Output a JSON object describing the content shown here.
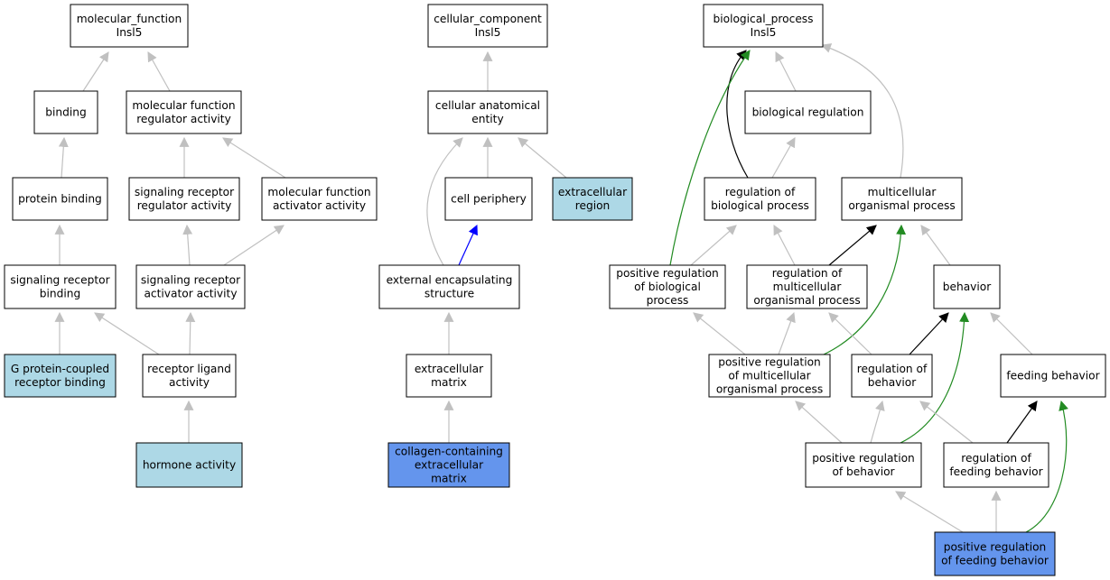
{
  "colors": {
    "node_default": "#ffffff",
    "node_light": "#add8e6",
    "node_focus": "#6495ed",
    "edge_is_a": "#c0c0c0",
    "edge_regulates": "#000000",
    "edge_positively_regulates": "#228b22",
    "edge_part_of": "#0000ff"
  },
  "nodes": [
    {
      "id": "mf",
      "lines": [
        "molecular_function",
        "Insl5"
      ],
      "fill": "default"
    },
    {
      "id": "binding",
      "lines": [
        "binding"
      ],
      "fill": "default"
    },
    {
      "id": "mfra",
      "lines": [
        "molecular function",
        "regulator activity"
      ],
      "fill": "default"
    },
    {
      "id": "protbind",
      "lines": [
        "protein binding"
      ],
      "fill": "default"
    },
    {
      "id": "srra",
      "lines": [
        "signaling receptor",
        "regulator activity"
      ],
      "fill": "default"
    },
    {
      "id": "mfaa",
      "lines": [
        "molecular function",
        "activator activity"
      ],
      "fill": "default"
    },
    {
      "id": "srb",
      "lines": [
        "signaling receptor",
        "binding"
      ],
      "fill": "default"
    },
    {
      "id": "sraa",
      "lines": [
        "signaling receptor",
        "activator activity"
      ],
      "fill": "default"
    },
    {
      "id": "gpcrb",
      "lines": [
        "G protein-coupled",
        "receptor binding"
      ],
      "fill": "light"
    },
    {
      "id": "rla",
      "lines": [
        "receptor ligand",
        "activity"
      ],
      "fill": "default"
    },
    {
      "id": "hormone",
      "lines": [
        "hormone activity"
      ],
      "fill": "light"
    },
    {
      "id": "cc",
      "lines": [
        "cellular_component",
        "Insl5"
      ],
      "fill": "default"
    },
    {
      "id": "cae",
      "lines": [
        "cellular anatomical",
        "entity"
      ],
      "fill": "default"
    },
    {
      "id": "cellper",
      "lines": [
        "cell periphery"
      ],
      "fill": "default"
    },
    {
      "id": "exreg",
      "lines": [
        "extracellular",
        "region"
      ],
      "fill": "light"
    },
    {
      "id": "ecs",
      "lines": [
        "external encapsulating",
        "structure"
      ],
      "fill": "default"
    },
    {
      "id": "ecm",
      "lines": [
        "extracellular",
        "matrix"
      ],
      "fill": "default"
    },
    {
      "id": "colecm",
      "lines": [
        "collagen-containing",
        "extracellular",
        "matrix"
      ],
      "fill": "focus"
    },
    {
      "id": "bp",
      "lines": [
        "biological_process",
        "Insl5"
      ],
      "fill": "default"
    },
    {
      "id": "bioreg",
      "lines": [
        "biological regulation"
      ],
      "fill": "default"
    },
    {
      "id": "regbp",
      "lines": [
        "regulation of",
        "biological process"
      ],
      "fill": "default"
    },
    {
      "id": "mop",
      "lines": [
        "multicellular",
        "organismal process"
      ],
      "fill": "default"
    },
    {
      "id": "posregbp",
      "lines": [
        "positive regulation",
        "of biological",
        "process"
      ],
      "fill": "default"
    },
    {
      "id": "regmop",
      "lines": [
        "regulation of",
        "multicellular",
        "organismal process"
      ],
      "fill": "default"
    },
    {
      "id": "behavior",
      "lines": [
        "behavior"
      ],
      "fill": "default"
    },
    {
      "id": "posregmop",
      "lines": [
        "positive regulation",
        "of multicellular",
        "organismal process"
      ],
      "fill": "default"
    },
    {
      "id": "regbeh",
      "lines": [
        "regulation of",
        "behavior"
      ],
      "fill": "default"
    },
    {
      "id": "feedbeh",
      "lines": [
        "feeding behavior"
      ],
      "fill": "default"
    },
    {
      "id": "posregbeh",
      "lines": [
        "positive regulation",
        "of behavior"
      ],
      "fill": "default"
    },
    {
      "id": "regfeed",
      "lines": [
        "regulation of",
        "feeding behavior"
      ],
      "fill": "default"
    },
    {
      "id": "posregfeed",
      "lines": [
        "positive regulation",
        "of feeding behavior"
      ],
      "fill": "focus"
    }
  ],
  "edges": [
    {
      "from": "binding",
      "to": "mf",
      "type": "is_a"
    },
    {
      "from": "mfra",
      "to": "mf",
      "type": "is_a"
    },
    {
      "from": "protbind",
      "to": "binding",
      "type": "is_a"
    },
    {
      "from": "srra",
      "to": "mfra",
      "type": "is_a"
    },
    {
      "from": "mfaa",
      "to": "mfra",
      "type": "is_a"
    },
    {
      "from": "srb",
      "to": "protbind",
      "type": "is_a"
    },
    {
      "from": "sraa",
      "to": "srra",
      "type": "is_a"
    },
    {
      "from": "sraa",
      "to": "mfaa",
      "type": "is_a"
    },
    {
      "from": "gpcrb",
      "to": "srb",
      "type": "is_a"
    },
    {
      "from": "rla",
      "to": "srb",
      "type": "is_a"
    },
    {
      "from": "rla",
      "to": "sraa",
      "type": "is_a"
    },
    {
      "from": "hormone",
      "to": "rla",
      "type": "is_a"
    },
    {
      "from": "cae",
      "to": "cc",
      "type": "is_a"
    },
    {
      "from": "cellper",
      "to": "cae",
      "type": "is_a"
    },
    {
      "from": "exreg",
      "to": "cae",
      "type": "is_a"
    },
    {
      "from": "ecs",
      "to": "cae",
      "type": "is_a"
    },
    {
      "from": "ecs",
      "to": "cellper",
      "type": "part_of"
    },
    {
      "from": "ecm",
      "to": "ecs",
      "type": "is_a"
    },
    {
      "from": "colecm",
      "to": "ecm",
      "type": "is_a"
    },
    {
      "from": "bioreg",
      "to": "bp",
      "type": "is_a"
    },
    {
      "from": "mop",
      "to": "bp",
      "type": "is_a"
    },
    {
      "from": "regbp",
      "to": "bioreg",
      "type": "is_a"
    },
    {
      "from": "regbp",
      "to": "bp",
      "type": "regulates"
    },
    {
      "from": "posregbp",
      "to": "bp",
      "type": "positively_regulates"
    },
    {
      "from": "posregbp",
      "to": "regbp",
      "type": "is_a"
    },
    {
      "from": "regmop",
      "to": "regbp",
      "type": "is_a"
    },
    {
      "from": "regmop",
      "to": "mop",
      "type": "regulates"
    },
    {
      "from": "behavior",
      "to": "mop",
      "type": "is_a"
    },
    {
      "from": "posregmop",
      "to": "posregbp",
      "type": "is_a"
    },
    {
      "from": "posregmop",
      "to": "regmop",
      "type": "is_a"
    },
    {
      "from": "posregmop",
      "to": "mop",
      "type": "positively_regulates"
    },
    {
      "from": "regbeh",
      "to": "regmop",
      "type": "is_a"
    },
    {
      "from": "regbeh",
      "to": "behavior",
      "type": "regulates"
    },
    {
      "from": "feedbeh",
      "to": "behavior",
      "type": "is_a"
    },
    {
      "from": "posregbeh",
      "to": "posregmop",
      "type": "is_a"
    },
    {
      "from": "posregbeh",
      "to": "regbeh",
      "type": "is_a"
    },
    {
      "from": "posregbeh",
      "to": "behavior",
      "type": "positively_regulates"
    },
    {
      "from": "regfeed",
      "to": "regbeh",
      "type": "is_a"
    },
    {
      "from": "regfeed",
      "to": "feedbeh",
      "type": "regulates"
    },
    {
      "from": "posregfeed",
      "to": "posregbeh",
      "type": "is_a"
    },
    {
      "from": "posregfeed",
      "to": "regfeed",
      "type": "is_a"
    },
    {
      "from": "posregfeed",
      "to": "feedbeh",
      "type": "positively_regulates"
    }
  ]
}
